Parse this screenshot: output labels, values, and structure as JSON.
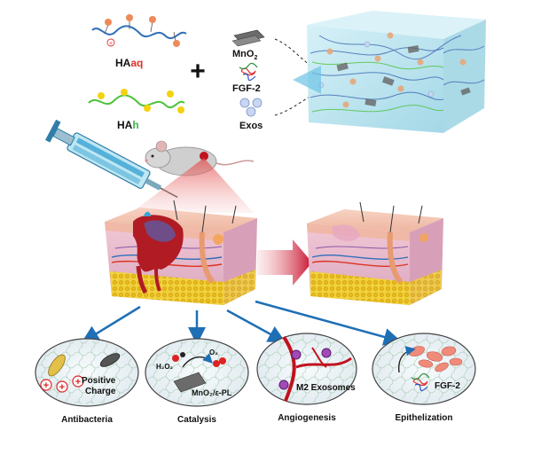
{
  "top": {
    "haaq": {
      "prefix": "HA",
      "suffix": "aq",
      "suffix_color": "#e0322b"
    },
    "hah": {
      "prefix": "HA",
      "suffix": "h",
      "suffix_color": "#3cb44b"
    },
    "plus": "+",
    "components": {
      "mno2": {
        "base": "MnO",
        "sub": "2"
      },
      "fgf2": "FGF-2",
      "exos": "Exos"
    }
  },
  "panels": {
    "antibacteria": {
      "caption": "Antibacteria",
      "positive": "Positive",
      "charge": "Charge"
    },
    "catalysis": {
      "caption": "Catalysis",
      "h2o2": "H₂O₂",
      "o2": "O₂",
      "material": "MnO₂/ε-PL"
    },
    "angiogenesis": {
      "caption": "Angiogenesis",
      "exosomes": "M2 Exosomes"
    },
    "epithelization": {
      "caption": "Epithelization",
      "growth_factor": "FGF-2"
    }
  },
  "colors": {
    "arrow_blue": "#1f6fb5",
    "arrow_red": "#c8102e",
    "hydrogel": "#b9e3ef",
    "skin_top": "#f3c3b3",
    "dermis": "#e8b7c9",
    "fat": "#f2d23c",
    "wound": "#b01b24"
  }
}
